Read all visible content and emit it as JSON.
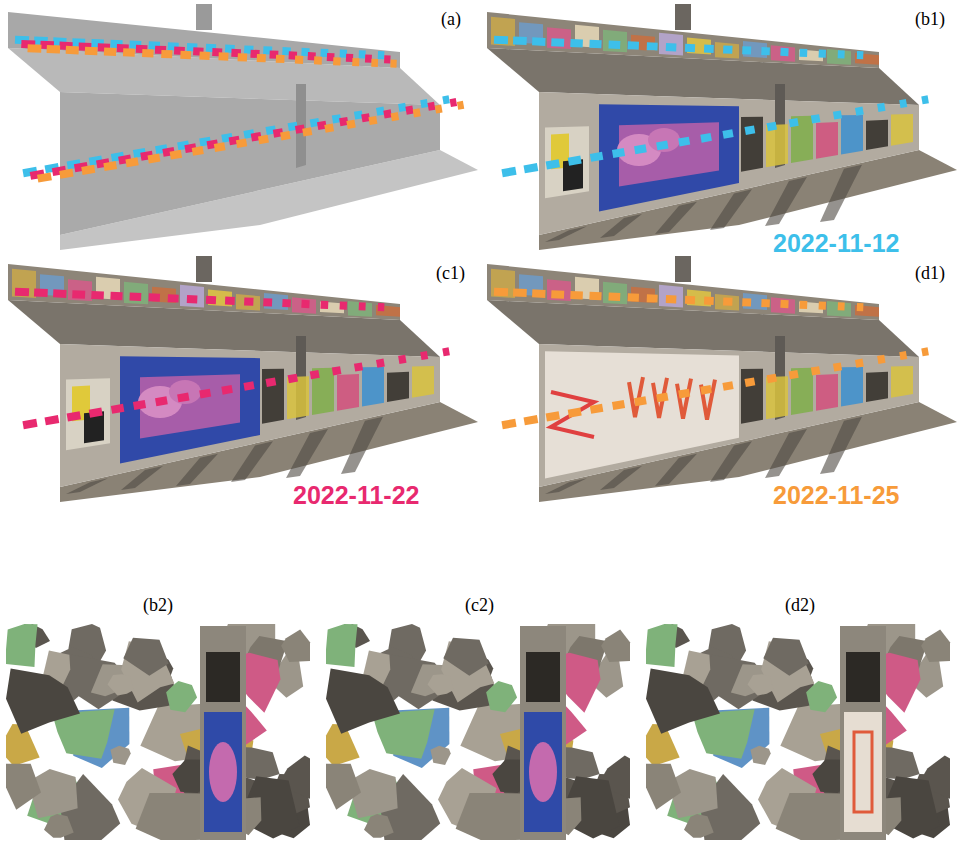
{
  "diagram": {
    "labels": [
      "(a)",
      "(b1)",
      "2022-11-12",
      "(c1)",
      "2022-11-22",
      "(d1)",
      "2022-11-25",
      "(b2)",
      "(c2)",
      "(d2)"
    ]
  }
}
